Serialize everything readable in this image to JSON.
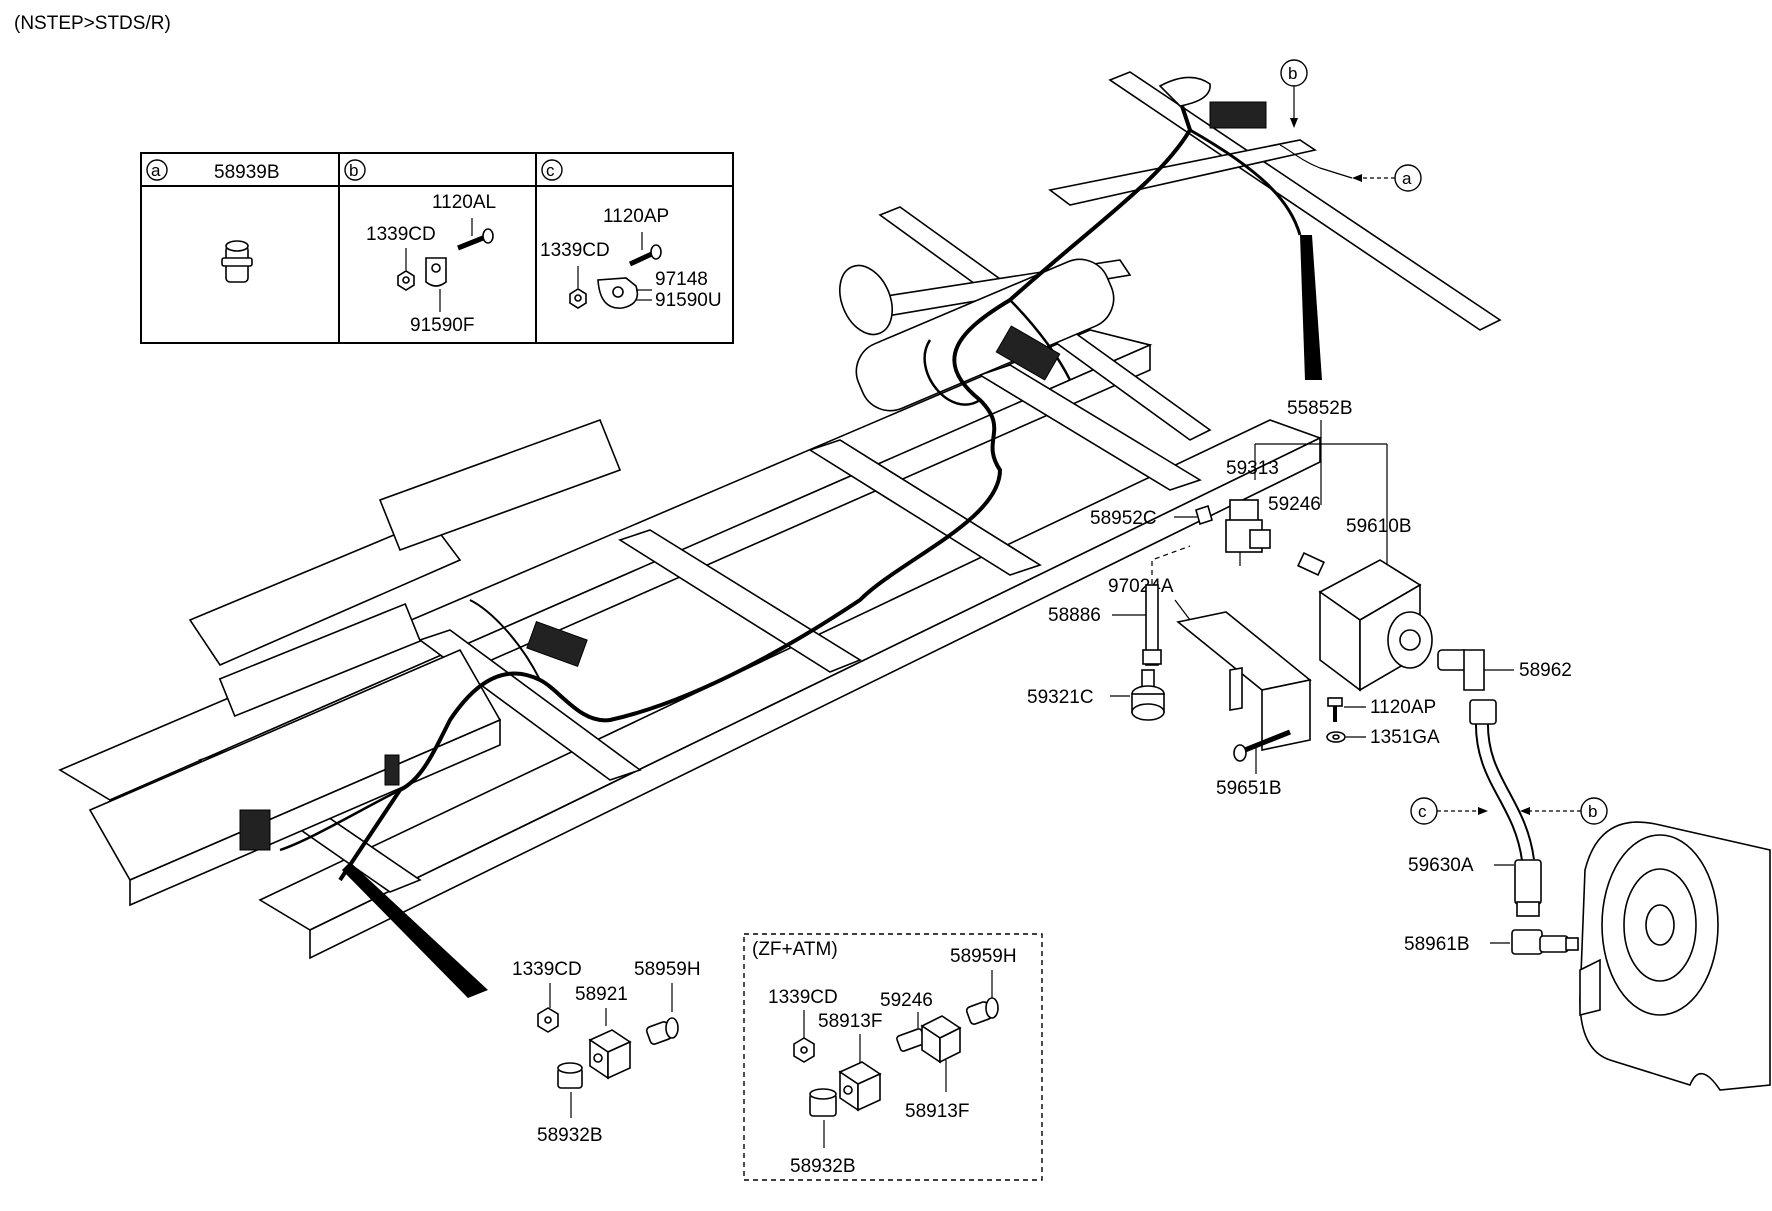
{
  "header": {
    "code": "(NSTEP>STDS/R)"
  },
  "legend": {
    "a": {
      "letter": "a",
      "parts": [
        "58939B"
      ]
    },
    "b": {
      "letter": "b",
      "parts": [
        "1120AL",
        "1339CD",
        "91590F"
      ]
    },
    "c": {
      "letter": "c",
      "parts": [
        "1120AP",
        "1339CD",
        "97148",
        "91590U"
      ]
    }
  },
  "callouts": {
    "a": "a",
    "b": "b",
    "c": "c"
  },
  "parts": {
    "p55852B": "55852B",
    "p59313": "59313",
    "p59246": "59246",
    "p59610B": "59610B",
    "p58952C": "58952C",
    "p97024A": "97024A",
    "p58886": "58886",
    "p59321C": "59321C",
    "p58962": "58962",
    "p1120AP": "1120AP",
    "p1351GA": "1351GA",
    "p59651B": "59651B",
    "p59630A": "59630A",
    "p58961B": "58961B",
    "p1339CD": "1339CD",
    "p58921": "58921",
    "p58959H": "58959H",
    "p58932B": "58932B"
  },
  "zf_group": {
    "title": "(ZF+ATM)",
    "p1339CD": "1339CD",
    "p58913F_a": "58913F",
    "p59246": "59246",
    "p58959H": "58959H",
    "p58913F_b": "58913F",
    "p58932B": "58932B"
  }
}
